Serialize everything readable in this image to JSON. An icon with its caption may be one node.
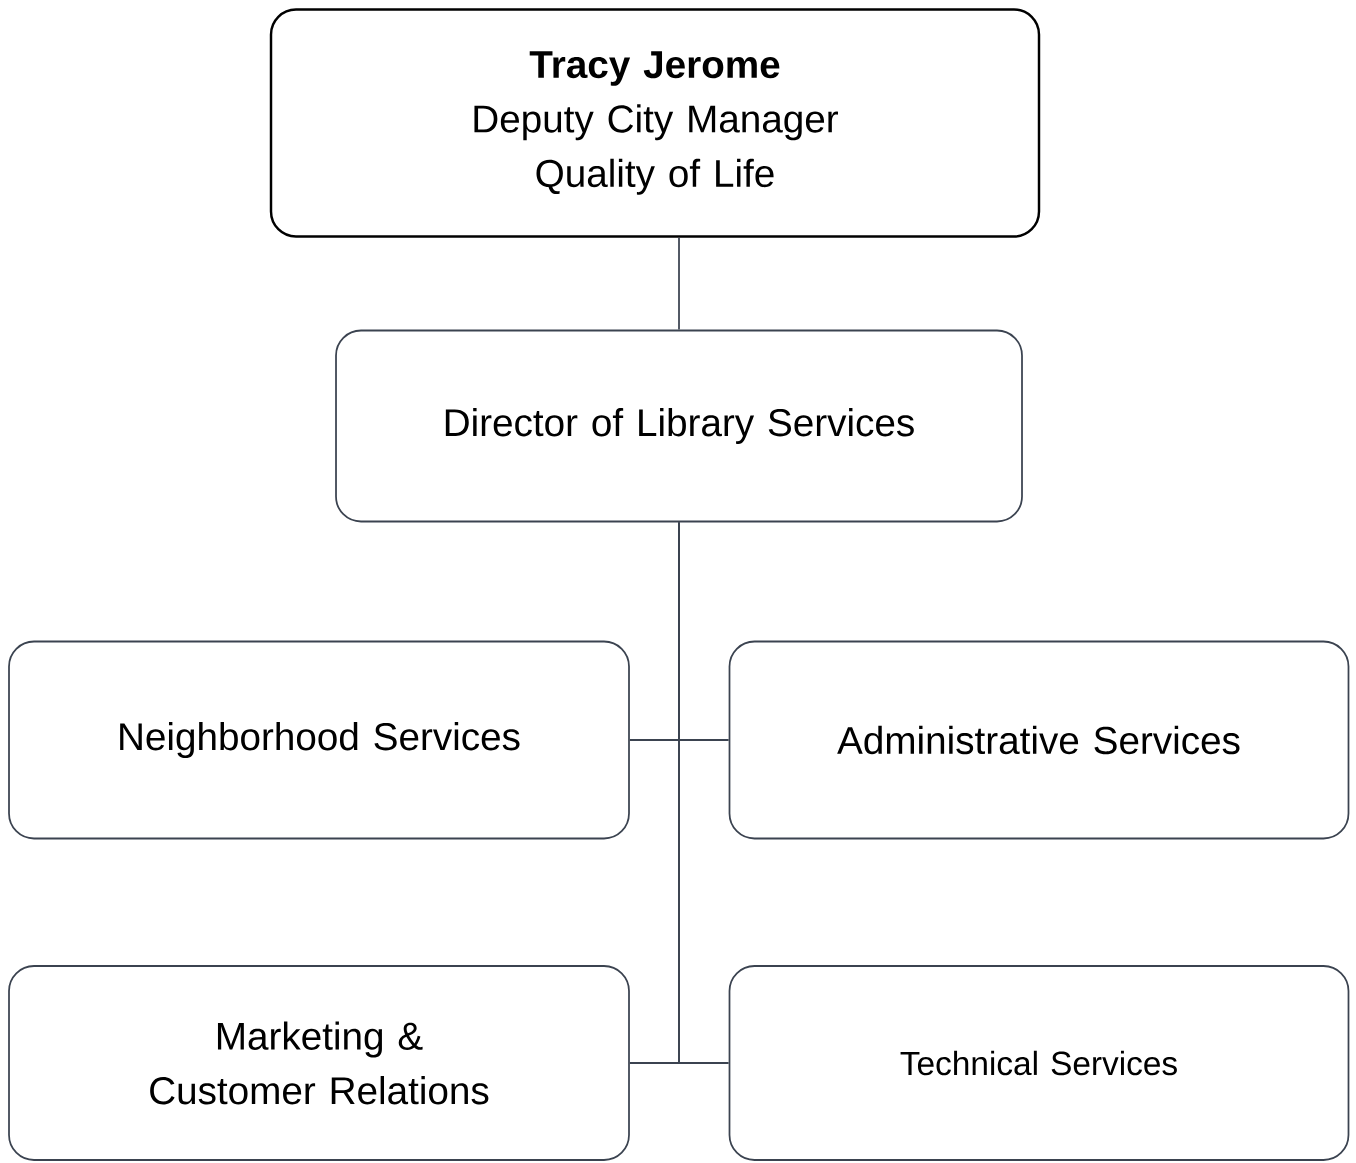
{
  "diagram": {
    "nodes": [
      {
        "text": [
          "Tracy Jerome",
          "Deputy City Manager",
          "Quality of Life"
        ]
      },
      {
        "text": [
          "Director of Library Services"
        ]
      },
      {
        "text": [
          "Neighborhood Services"
        ]
      },
      {
        "text": [
          "Administrative Services"
        ]
      },
      {
        "text": [
          "Marketing & Customer Relations"
        ]
      },
      {
        "text": [
          "Technical Services"
        ]
      }
    ],
    "edges": [
      {
        "from": 0,
        "to": 1,
        "arrow": "none"
      },
      {
        "from": 1,
        "to": 2,
        "arrow": "none"
      },
      {
        "from": 1,
        "to": 3,
        "arrow": "none"
      },
      {
        "from": 1,
        "to": 4,
        "arrow": "none"
      },
      {
        "from": 1,
        "to": 5,
        "arrow": "none"
      }
    ]
  }
}
